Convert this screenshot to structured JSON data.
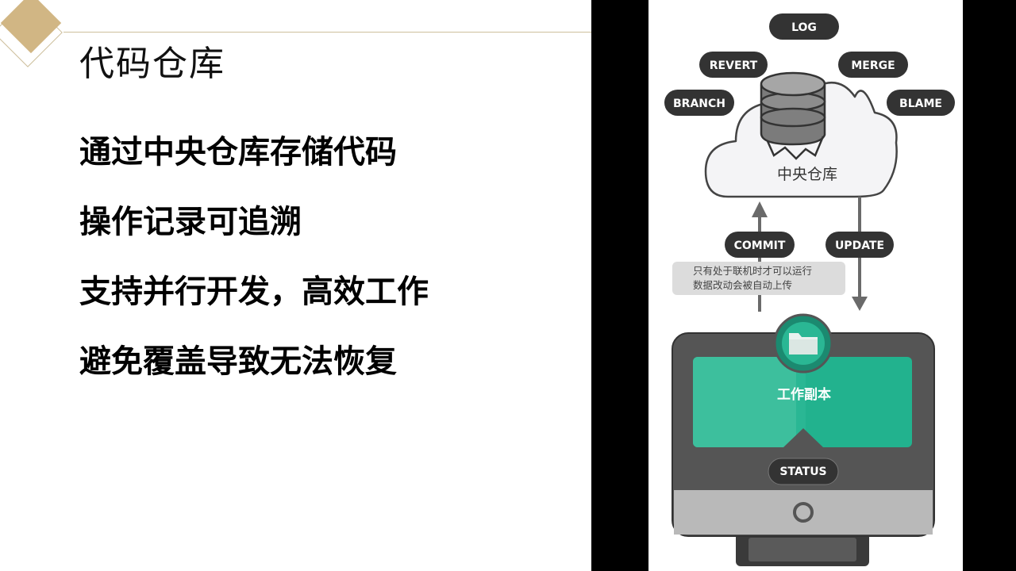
{
  "slide": {
    "title": "代码仓库",
    "bullets": [
      "通过中央仓库存储代码",
      "操作记录可追溯",
      "支持并行开发，高效工作",
      "避免覆盖导致无法恢复"
    ]
  },
  "diagram": {
    "command_pills": {
      "log": "LOG",
      "revert": "REVERT",
      "merge": "MERGE",
      "branch": "BRANCH",
      "blame": "BLAME"
    },
    "repo_label": "中央仓库",
    "commit_label": "COMMIT",
    "update_label": "UPDATE",
    "note_line1": "只有处于联机时才可以运行",
    "note_line2": "数据改动会被自动上传",
    "working_copy_label": "工作副本",
    "status_label": "STATUS",
    "colors": {
      "pill": "#333333",
      "cloud": "#f4f4f6",
      "monitor": "#555555",
      "screen": "#22b28e",
      "note": "#dcdcdc"
    }
  }
}
